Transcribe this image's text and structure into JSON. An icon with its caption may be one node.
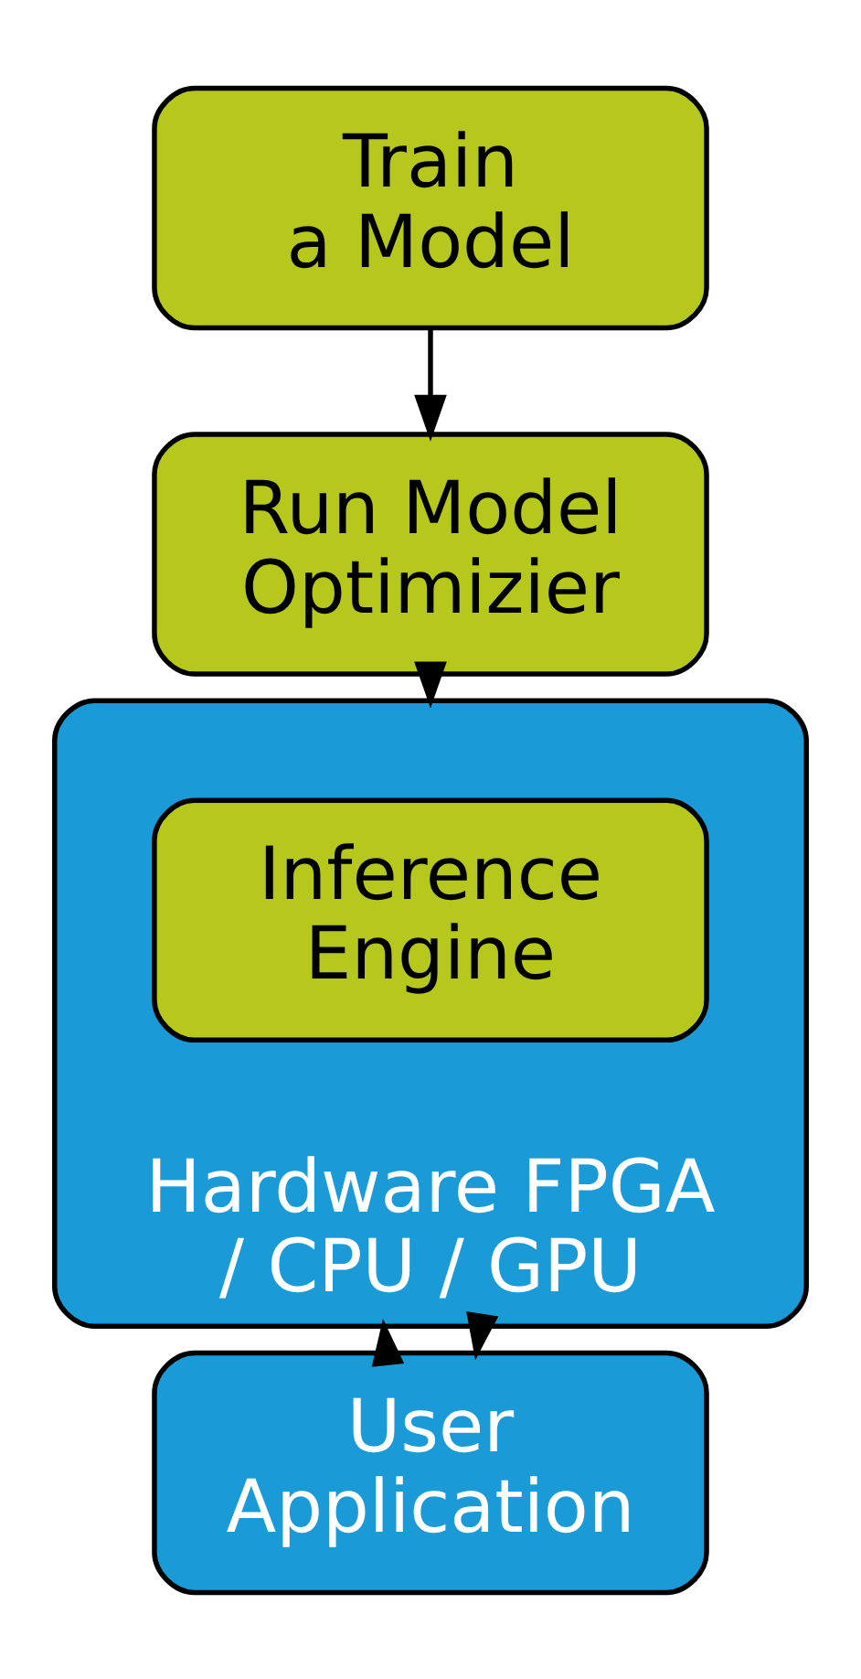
{
  "diagram": {
    "nodes": [
      {
        "text": [
          "Train a Model"
        ]
      },
      {
        "text": [
          "Run Model Optimizier"
        ]
      },
      {
        "text": [
          "Hardware FPGA / CPU / GPU"
        ]
      },
      {
        "text": [
          "Inference Engine"
        ],
        "in": 2
      },
      {
        "text": [
          "User Application"
        ]
      }
    ],
    "edges": [
      {
        "from": 0,
        "to": 1,
        "arrow": "to"
      },
      {
        "from": 1,
        "to": 2,
        "arrow": "to"
      },
      {
        "from": 4,
        "to": 2,
        "arrow": "to"
      },
      {
        "from": 2,
        "to": 4,
        "arrow": "to"
      }
    ]
  }
}
